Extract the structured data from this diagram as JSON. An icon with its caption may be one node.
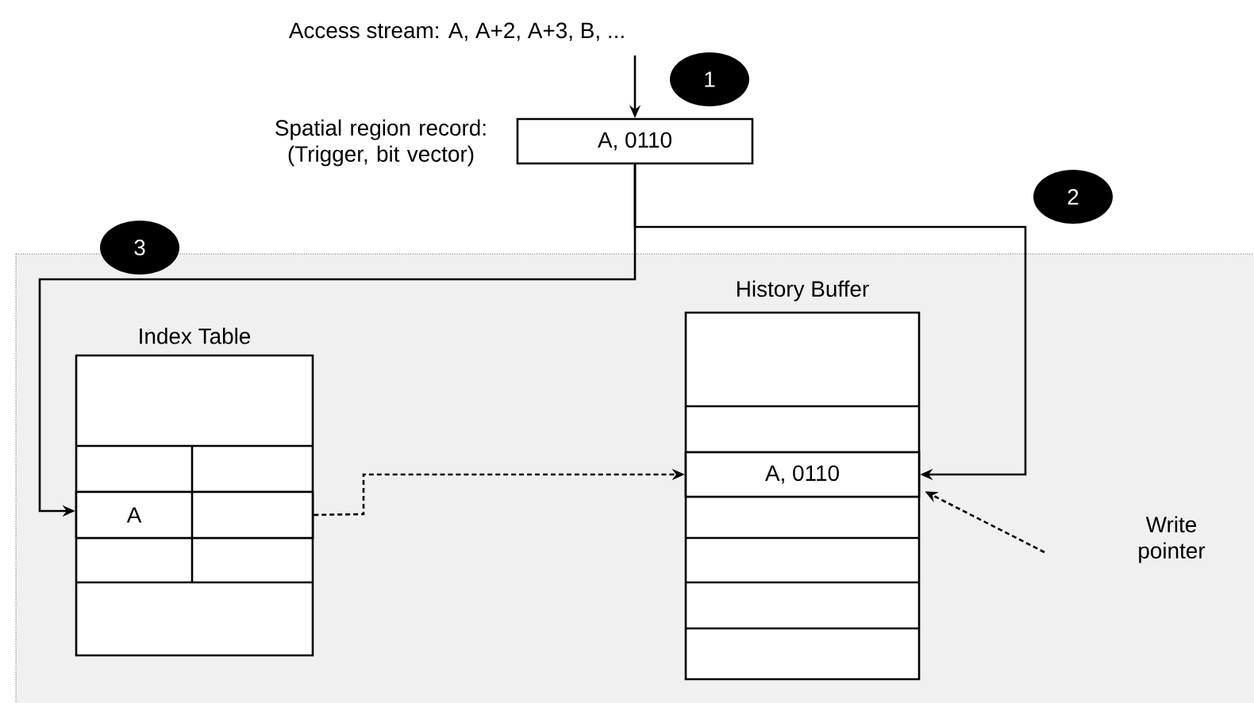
{
  "diagram": {
    "nodes": [
      {
        "text": [
          "Access stream: A, A+2, A+3, B, ..."
        ]
      },
      {
        "text": [
          "A, 0110"
        ],
        "beside": [
          "Spatial region record: (Trigger, bit vector)"
        ]
      },
      {
        "text": [
          "Index Table"
        ]
      },
      {
        "text": [
          "A"
        ],
        "in": 2
      },
      {
        "text": [
          "History Buffer"
        ]
      },
      {
        "text": [
          "A, 0110"
        ],
        "in": 4
      },
      {
        "text": [
          "Write pointer"
        ]
      }
    ],
    "edges": [
      {
        "from": 0,
        "to": 1,
        "arrow": "to"
      },
      {
        "from": 1,
        "to": 5,
        "arrow": "to"
      },
      {
        "from": 1,
        "to": 3,
        "arrow": "to"
      },
      {
        "from": 3,
        "to": 5,
        "arrow": "to",
        "style": "dashed"
      },
      {
        "from": 6,
        "to": 5,
        "arrow": "to",
        "style": "dashed"
      }
    ],
    "labels": [
      "1",
      "2",
      "3"
    ]
  }
}
